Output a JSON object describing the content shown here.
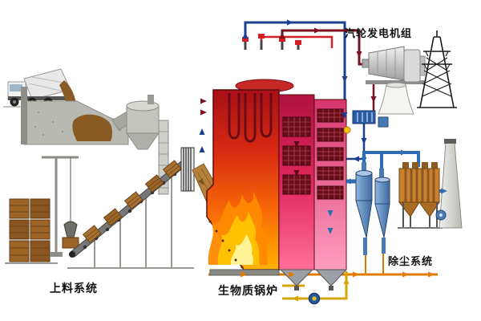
{
  "diagram": {
    "labels": {
      "turbine_generator_unit": "汽轮发电机组",
      "feeding_system": "上料系统",
      "biomass_boiler": "生物质锅炉",
      "dust_removal_system": "除尘系统"
    },
    "components": [
      "delivery-truck",
      "receiving-pit",
      "storage-silo",
      "bucket-elevator",
      "bale-stack",
      "grab-crane",
      "inclined-belt-conveyor",
      "feed-grate",
      "fuel-chute",
      "furnace-with-flames",
      "superheater-tube-banks",
      "flue-gas-pass",
      "ash-hoppers",
      "steam-piping",
      "steam-turbine",
      "generator",
      "cooling-tower",
      "transmission-tower",
      "feedwater-heater",
      "recirculation-pump",
      "cyclone-separators",
      "bag-filter",
      "induced-draft-fan",
      "chimney",
      "ash-conveyor"
    ],
    "colors": {
      "steam_pipe_blue": "#1b3f8f",
      "flue_duct_blue": "#2e6db4",
      "hot_pipe_maroon": "#7a1020",
      "ash_line_orange": "#e07b00",
      "recirc_yellow": "#d4a506",
      "furnace_red": "#a80f16",
      "furnace_orange": "#ff7a00",
      "pass_magenta": "#e0275e",
      "pass_pink": "#ff9ec0",
      "cyclone_blue": "#4a7ab5",
      "filter_orange": "#c9802f",
      "bale_brown": "#9c6427",
      "equipment_gray": "#c4c4be"
    }
  }
}
